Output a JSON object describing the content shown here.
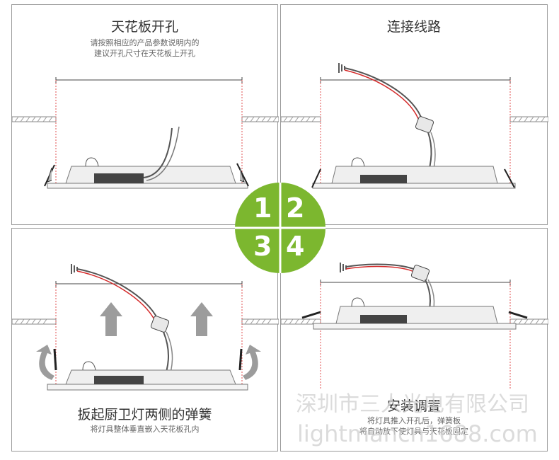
{
  "steps": [
    {
      "number": "1",
      "title": "天花板开孔",
      "desc1": "请按照相应的产品参数说明内的",
      "desc2": "建议开孔尺寸在天花板上开孔"
    },
    {
      "number": "2",
      "title": "连接线路",
      "desc1": "",
      "desc2": ""
    },
    {
      "number": "3",
      "title": "扳起厨卫灯两侧的弹簧",
      "desc1": "将灯具整体垂直嵌入天花板孔内",
      "desc2": ""
    },
    {
      "number": "4",
      "title": "安装调置",
      "desc1": "将灯具推入开孔后，弹簧板",
      "desc2": "将自动放下使灯具与天花板固定"
    }
  ],
  "watermark": {
    "company": "深圳市三人光电有限公司",
    "site": "lightmancn1688.com"
  },
  "colors": {
    "badge_green": "#7cb72f",
    "wire_red": "#d42a2a",
    "ceiling_hatch": "#8a8a8a",
    "guide_red": "#e05050",
    "arrow_gray": "#9c9c9c"
  }
}
